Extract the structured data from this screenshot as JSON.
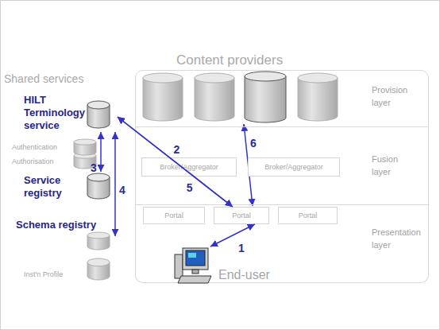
{
  "diagram": {
    "nodes": [
      {
        "text": [
          "HILT Terminology service"
        ]
      },
      {
        "text": [
          "Authentication",
          "Authorisation"
        ]
      },
      {
        "text": [
          "Service registry"
        ]
      },
      {
        "text": [
          "Schema registry"
        ]
      },
      {
        "text": [
          "Inst'n Profile"
        ]
      },
      {
        "text": [
          "Provision layer"
        ]
      },
      {
        "text": [
          "Fusion layer"
        ]
      },
      {
        "text": [
          "Broker/Aggregator"
        ],
        "in": 6
      },
      {
        "text": [
          "Broker/Aggregator"
        ],
        "in": 6
      },
      {
        "text": [
          "Presentation layer"
        ]
      },
      {
        "text": [
          "Portal"
        ],
        "in": 9
      },
      {
        "text": [
          "Portal"
        ],
        "in": 9
      },
      {
        "text": [
          "Portal"
        ],
        "in": 9
      },
      {
        "text": [
          "End-user"
        ]
      }
    ],
    "edges": [
      {
        "from": 13,
        "to": 11,
        "label": "1",
        "arrow": "both"
      },
      {
        "from": 0,
        "to": 11,
        "label": "2",
        "arrow": "both"
      },
      {
        "from": 0,
        "to": 2,
        "label": "3",
        "arrow": "both"
      },
      {
        "from": 0,
        "to": 3,
        "label": "4",
        "arrow": "both"
      },
      {
        "from": 0,
        "to": 11,
        "label": "5",
        "arrow": "both"
      }
    ],
    "labels": [
      "Content providers",
      "Shared services",
      "6"
    ]
  }
}
